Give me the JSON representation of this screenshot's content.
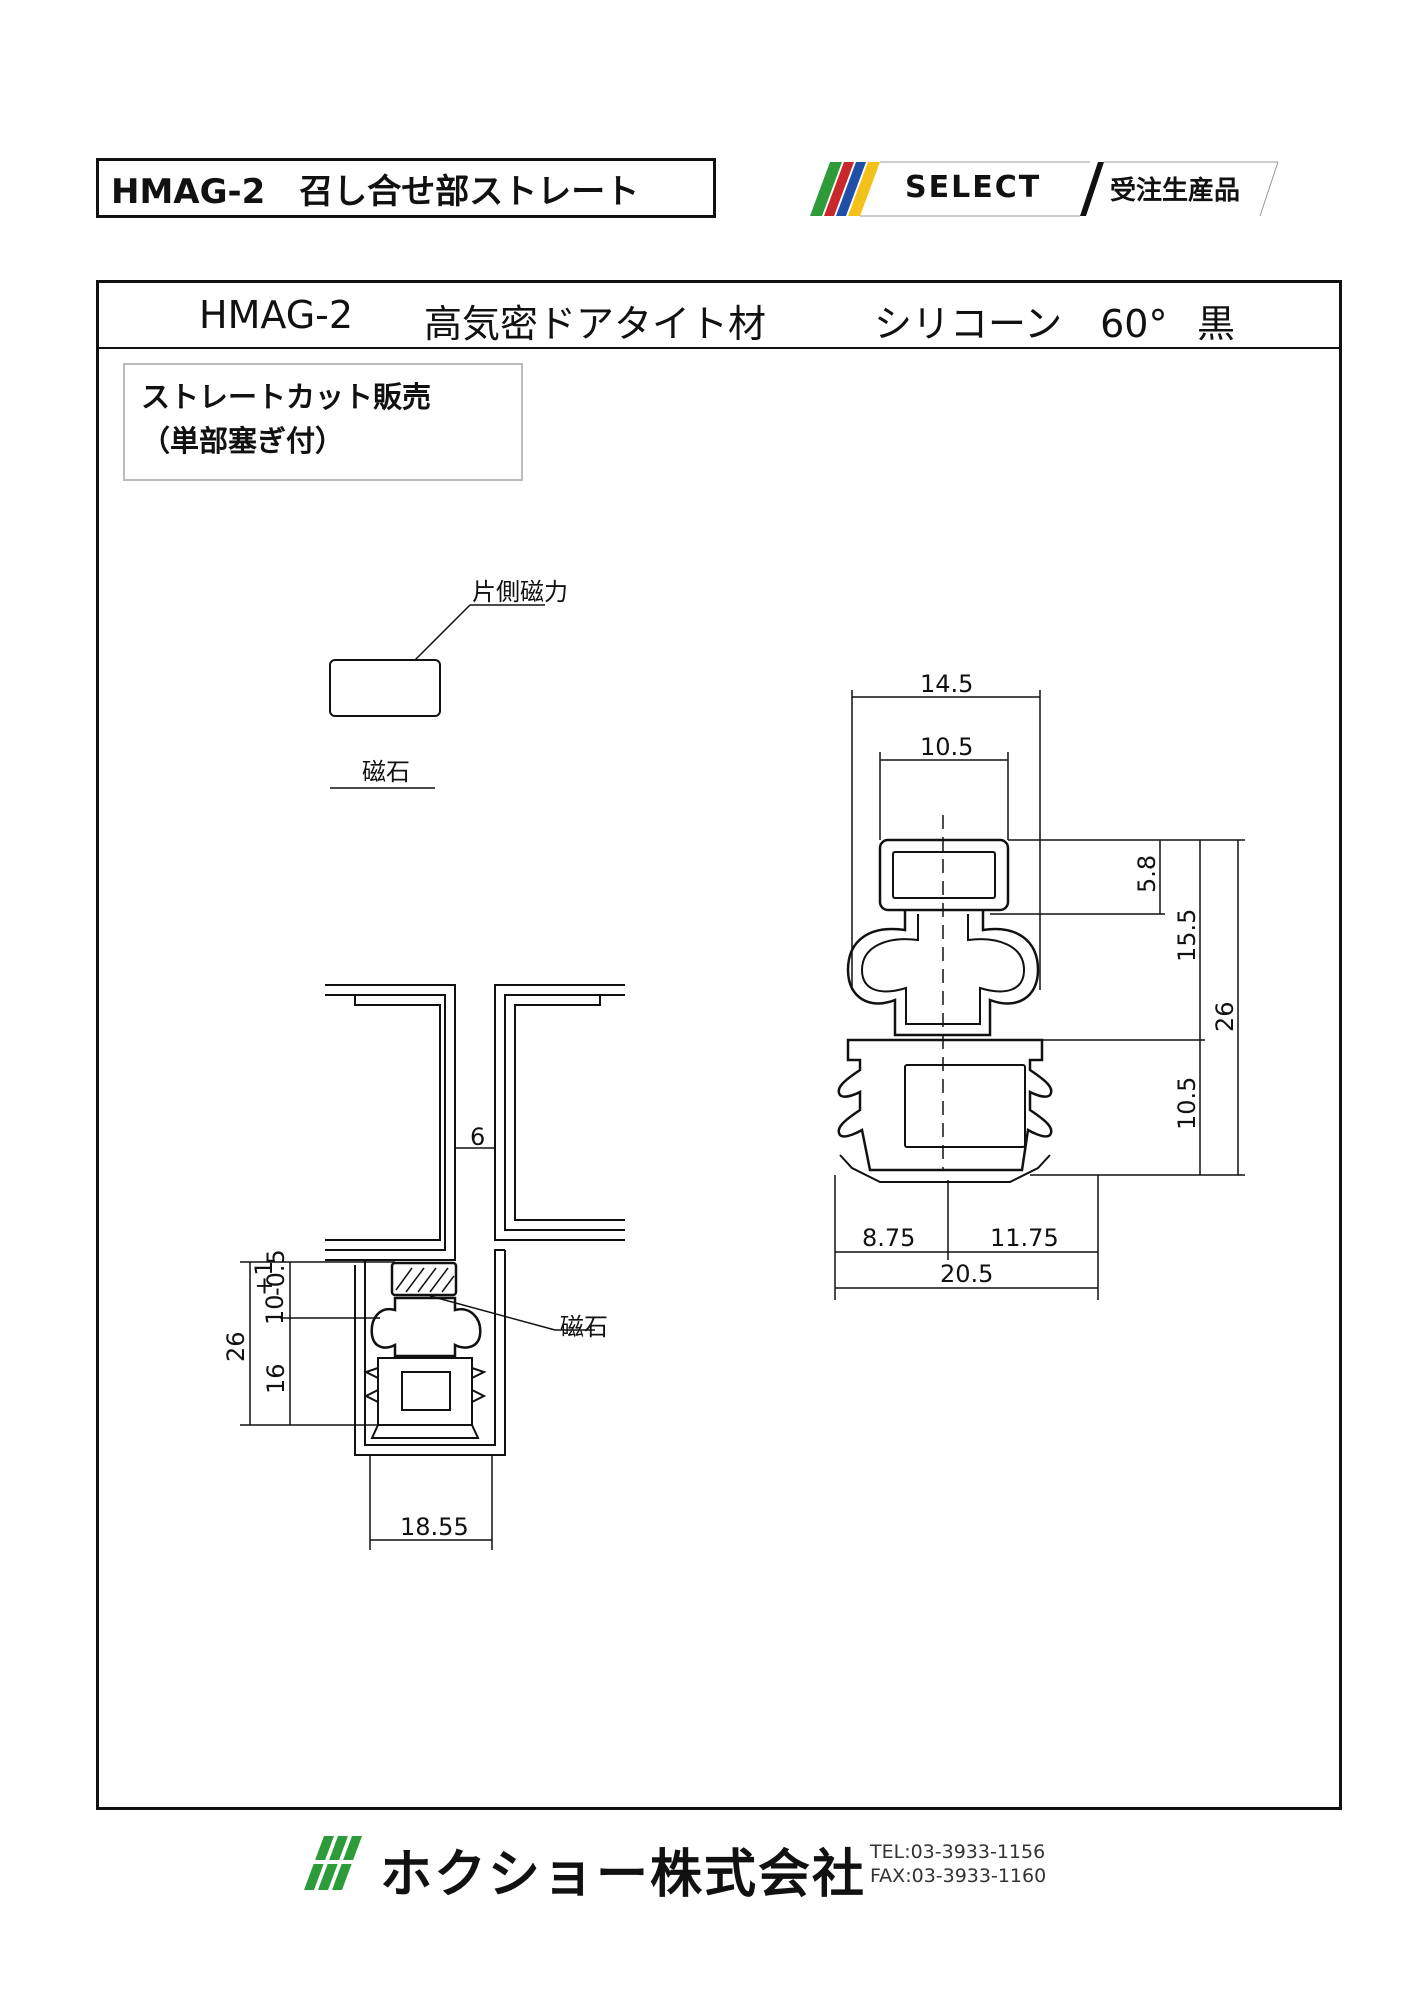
{
  "doc_title": "HMAG-2　召し合せ部ストレート",
  "badge": {
    "select": "SELECT",
    "order": "受注生産品"
  },
  "header": {
    "model": "HMAG-2",
    "product": "高気密ドアタイト材",
    "material": "シリコーン　60°",
    "color": "黒"
  },
  "note": {
    "line1": "ストレートカット販売",
    "line2": "（単部塞ぎ付）"
  },
  "left_drawing": {
    "magnet_side_label": "片側磁力",
    "magnet_label": "磁石",
    "magnet_callout": "磁石",
    "dims": {
      "gap": "6",
      "top": "10",
      "tol_plus": "+1",
      "tol_minus": "-0.5",
      "total": "26",
      "lower": "16",
      "width": "18.55"
    }
  },
  "right_drawing": {
    "dims": {
      "w_outer": "14.5",
      "w_inner": "10.5",
      "h_top": "5.8",
      "h_mid": "15.5",
      "h_total": "26",
      "h_low": "10.5",
      "w_left": "8.75",
      "w_right": "11.75",
      "w_total": "20.5"
    }
  },
  "company": {
    "name": "ホクショー株式会社",
    "tel": "TEL:03-3933-1156",
    "fax": "FAX:03-3933-1160"
  }
}
